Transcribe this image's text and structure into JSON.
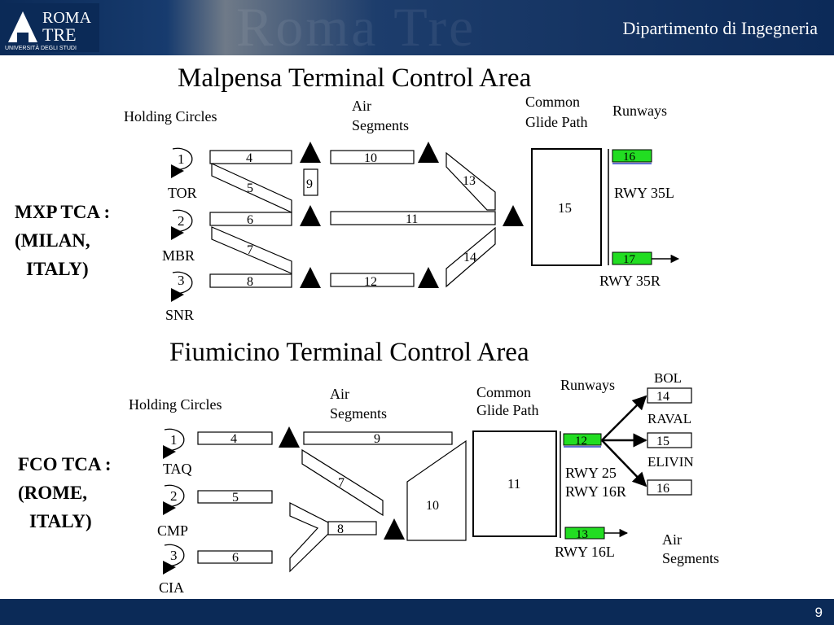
{
  "header": {
    "university_name": "ROMA",
    "university_name_2": "TRE",
    "university_subtitle": "UNIVERSITÀ DEGLI STUDI",
    "watermark_text": "Roma Tre",
    "department": "Dipartimento di Ingegneria"
  },
  "footer": {
    "page_number": "9"
  },
  "mxp": {
    "title": "Malpensa Terminal Control Area",
    "side_label_lines": [
      "MXP TCA :",
      "(MILAN,",
      "ITALY)"
    ],
    "holding_circles_label": "Holding Circles",
    "air_segments_label_lines": [
      "Air",
      "Segments"
    ],
    "common_glide_path_label_lines": [
      "Common",
      "Glide Path"
    ],
    "runways_label": "Runways",
    "holding_circles": [
      {
        "number": "1",
        "name": "TOR"
      },
      {
        "number": "2",
        "name": "MBR"
      },
      {
        "number": "3",
        "name": "SNR"
      }
    ],
    "segments": [
      "4",
      "5",
      "6",
      "7",
      "8",
      "9",
      "10",
      "11",
      "12",
      "13",
      "14",
      "15"
    ],
    "runway_segments": [
      "16",
      "17"
    ],
    "runway_names": [
      "RWY 35L",
      "RWY 35R"
    ]
  },
  "fco": {
    "title": "Fiumicino Terminal Control Area",
    "side_label_lines": [
      "FCO TCA :",
      "(ROME,",
      "ITALY)"
    ],
    "holding_circles_label": "Holding Circles",
    "air_segments_label_lines": [
      "Air",
      "Segments"
    ],
    "common_glide_path_label_lines": [
      "Common",
      "Glide Path"
    ],
    "runways_label": "Runways",
    "holding_circles": [
      {
        "number": "1",
        "name": "TAQ"
      },
      {
        "number": "2",
        "name": "CMP"
      },
      {
        "number": "3",
        "name": "CIA"
      }
    ],
    "segments": [
      "4",
      "5",
      "6",
      "7",
      "8",
      "9",
      "10",
      "11"
    ],
    "runway_segments": [
      "12",
      "13"
    ],
    "runway_names": [
      "RWY 25",
      "RWY 16R",
      "RWY 16L"
    ],
    "departure_segments": [
      "14",
      "15",
      "16"
    ],
    "departure_names": [
      "BOL",
      "RAVAL",
      "ELIVIN"
    ],
    "departure_air_segments_lines": [
      "Air",
      "Segments"
    ]
  },
  "colors": {
    "header_bg": "#0b2a57",
    "runway_green": "#22dd22",
    "runway_underline": "#2a3fbf"
  }
}
